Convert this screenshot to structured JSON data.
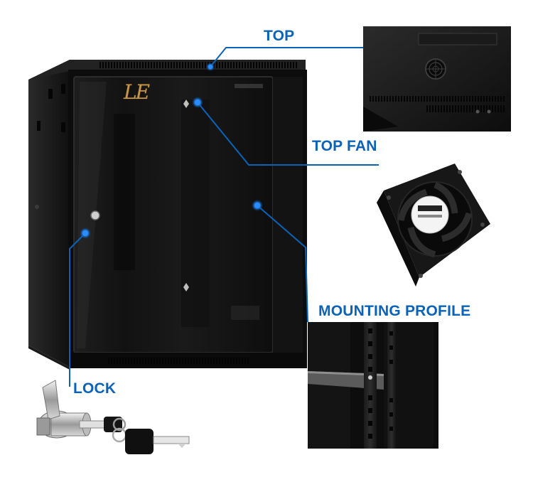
{
  "callouts": {
    "top": "TOP",
    "top_fan": "TOP FAN",
    "mounting_profile": "MOUNTING PROFILE",
    "lock": "LOCK"
  },
  "brand": {
    "logo_text": "LE"
  },
  "colors": {
    "callout_text": "#0b63b8",
    "callout_line": "#0b63b8",
    "cabinet_body": "#141414",
    "glass_door": "#1c1c1c",
    "logo": "#c8964a"
  }
}
